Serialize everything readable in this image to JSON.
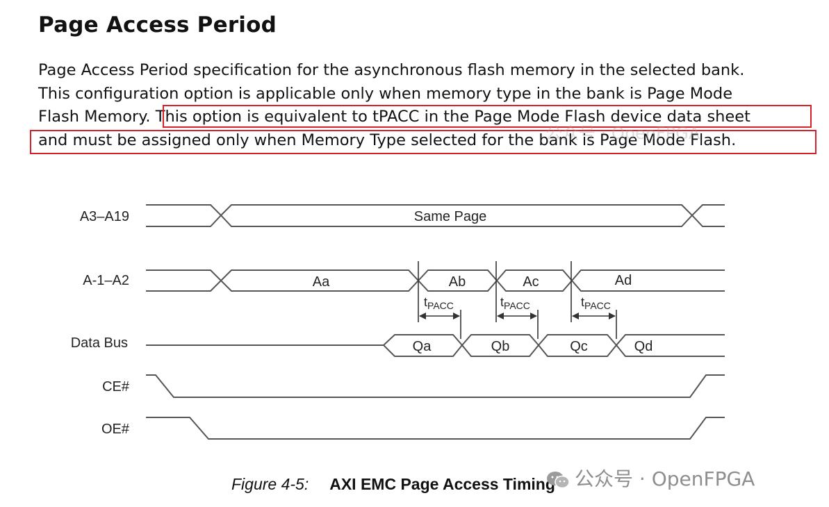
{
  "heading": "Page Access Period",
  "paragraph": {
    "line1": "Page Access Period specification for the asynchronous flash memory in the selected bank.",
    "line2": "This configuration option is applicable only when memory type in the bank is Page Mode",
    "line3_a": "Flash Memory.",
    "line3_b": " This option is equivalent to tPACC in the Page Mode Flash device data sheet",
    "line4": "and must be assigned only when Memory Type selected for the bank is Page Mode Flash."
  },
  "highlight_color": "#d6202a",
  "timing": {
    "signals": [
      "A3–A19",
      "A-1–A2",
      "Data Bus",
      "CE#",
      "OE#"
    ],
    "address_high": "Same Page",
    "address_low": [
      "Aa",
      "Ab",
      "Ac",
      "Ad"
    ],
    "data": [
      "Qa",
      "Qb",
      "Qc",
      "Qd"
    ],
    "tpacc_main": "t",
    "tpacc_sub": "PACC"
  },
  "caption": {
    "figure": "Figure 4-5:",
    "title": "AXI EMC Page Access Timing"
  },
  "watermark": {
    "text": "公众号 · OpenFPGA",
    "icon": "wechat-icon"
  }
}
